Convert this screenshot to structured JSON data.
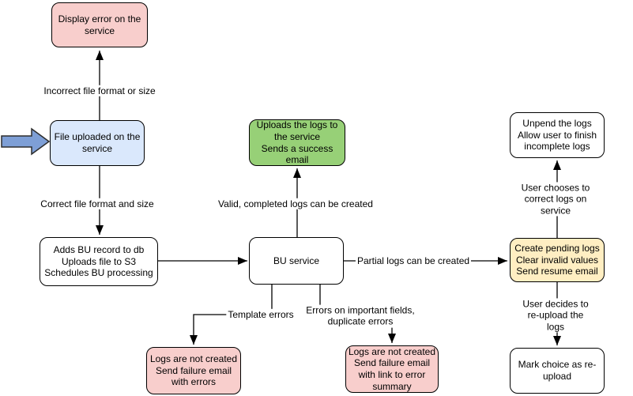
{
  "nodes": {
    "display_error": {
      "text": "Display error on the service"
    },
    "file_uploaded": {
      "text": "File uploaded on the service"
    },
    "adds_bu": {
      "text": "Adds BU record to db\nUploads file to S3\nSchedules BU processing"
    },
    "bu_service": {
      "text": "BU service"
    },
    "uploads_logs": {
      "text": "Uploads the logs to the service\nSends a success email"
    },
    "unpend": {
      "text": "Unpend the logs\nAllow user to finish incomplete logs"
    },
    "create_pending": {
      "text": "Create pending logs\nClear invalid values\nSend resume email"
    },
    "mark_choice": {
      "text": "Mark choice as re-upload"
    },
    "logs_not_created_errors": {
      "text": "Logs are not created\nSend failure email with errors"
    },
    "logs_not_created_summary": {
      "text": "Logs are not created\nSend failure email with link to error summary"
    }
  },
  "edge_labels": {
    "incorrect_file": "Incorrect file format or size",
    "correct_file": "Correct file format and size",
    "valid_logs": "Valid, completed logs can be created",
    "partial_logs": "Partial logs can be created",
    "template_errors": "Template errors",
    "important_errors": "Errors on important fields,\nduplicate errors",
    "user_chooses": "User chooses to correct logs on service",
    "user_decides": "User decides to re-upload the logs"
  },
  "colors": {
    "pink": "#f8cecc",
    "blue": "#dae8fc",
    "green": "#97d077",
    "yellow": "#ffeec2",
    "white": "#ffffff",
    "stroke": "#000000",
    "input_arrow": "#7e9fd6"
  }
}
